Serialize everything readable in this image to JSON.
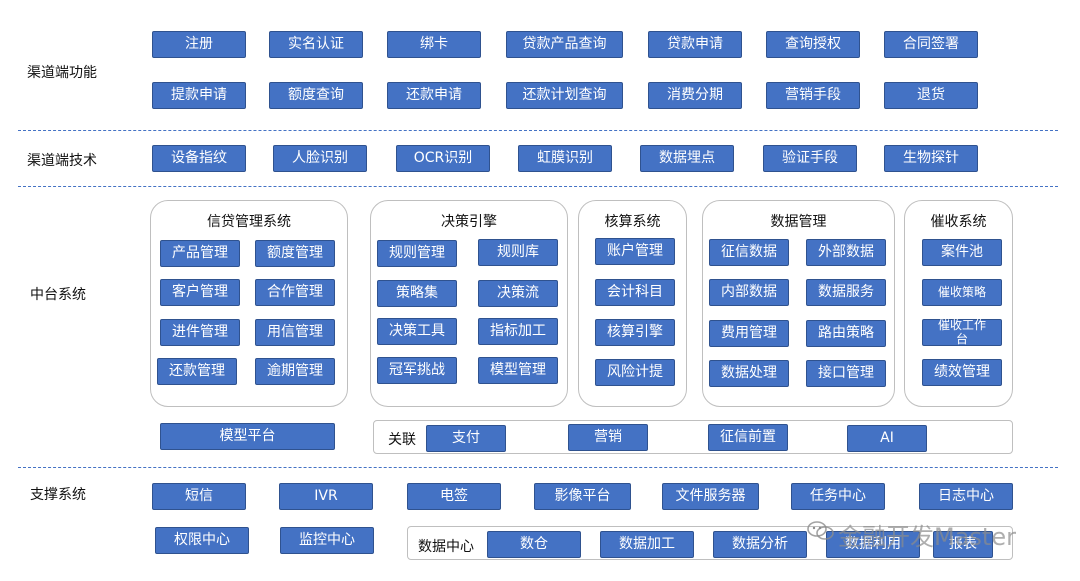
{
  "rows": {
    "channel_functions": "渠道端功能",
    "channel_tech": "渠道端技术",
    "middle": "中台系统",
    "support": "支撑系统"
  },
  "channel_functions": {
    "row1": [
      "注册",
      "实名认证",
      "绑卡",
      "贷款产品查询",
      "贷款申请",
      "查询授权",
      "合同签署"
    ],
    "row2": [
      "提款申请",
      "额度查询",
      "还款申请",
      "还款计划查询",
      "消费分期",
      "营销手段",
      "退货"
    ]
  },
  "channel_tech": [
    "设备指纹",
    "人脸识别",
    "OCR识别",
    "虹膜识别",
    "数据埋点",
    "验证手段",
    "生物探针"
  ],
  "middle": {
    "credit": {
      "title": "信贷管理系统",
      "items": [
        "产品管理",
        "额度管理",
        "客户管理",
        "合作管理",
        "进件管理",
        "用信管理",
        "还款管理",
        "逾期管理"
      ]
    },
    "decision": {
      "title": "决策引擎",
      "items": [
        "规则管理",
        "规则库",
        "策略集",
        "决策流",
        "决策工具",
        "指标加工",
        "冠军挑战",
        "模型管理"
      ]
    },
    "accounting": {
      "title": "核算系统",
      "items": [
        "账户管理",
        "会计科目",
        "核算引擎",
        "风险计提"
      ]
    },
    "data": {
      "title": "数据管理",
      "items": [
        "征信数据",
        "外部数据",
        "内部数据",
        "数据服务",
        "费用管理",
        "路由策略",
        "数据处理",
        "接口管理"
      ]
    },
    "collection": {
      "title": "催收系统",
      "items": [
        "案件池",
        "催收策略",
        "催收工作台",
        "绩效管理"
      ]
    },
    "model_platform": "模型平台",
    "related": {
      "label": "关联",
      "items": [
        "支付",
        "营销",
        "征信前置",
        "AI"
      ]
    }
  },
  "support": {
    "row1": [
      "短信",
      "IVR",
      "电签",
      "影像平台",
      "文件服务器",
      "任务中心",
      "日志中心"
    ],
    "row2": [
      "权限中心",
      "监控中心"
    ],
    "data_center": {
      "label": "数据中心",
      "items": [
        "数仓",
        "数据加工",
        "数据分析",
        "数据利用",
        "报表"
      ]
    }
  },
  "watermark": "金融开发Master"
}
